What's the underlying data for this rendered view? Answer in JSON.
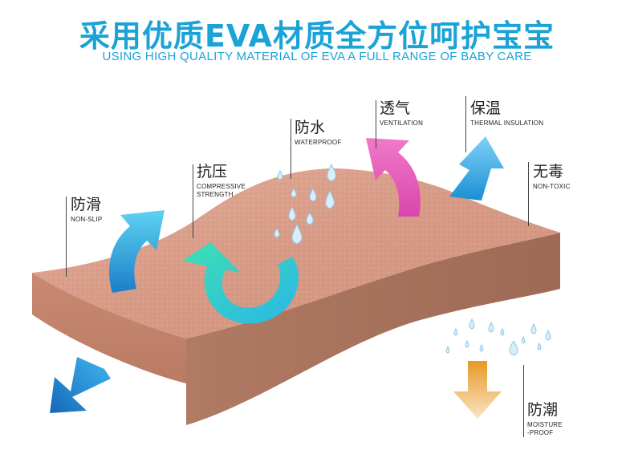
{
  "header": {
    "title_cn": "采用优质EVA材质全方位呵护宝宝",
    "title_en": "USING HIGH QUALITY MATERIAL OF EVA A FULL RANGE OF BABY CARE"
  },
  "features": [
    {
      "cn": "防滑",
      "en": "NON-SLIP"
    },
    {
      "cn": "抗压",
      "en_line1": "COMPRESSIVE",
      "en_line2": "STRENGTH"
    },
    {
      "cn": "防水",
      "en": "WATERPROOF"
    },
    {
      "cn": "透气",
      "en": "VENTILATION"
    },
    {
      "cn": "保温",
      "en": "THERMAL INSULATION"
    },
    {
      "cn": "无毒",
      "en": "NON-TOXIC"
    },
    {
      "cn": "防潮",
      "en_line1": "MOISTURE",
      "en_line2": "-PROOF"
    }
  ],
  "colors": {
    "title": "#1aa3d6",
    "mat_top": "#d89f8a",
    "mat_side": "#a9745f",
    "arrow_blue": "#2aa6e3",
    "arrow_cyan": "#3fc9e8",
    "arrow_teal": "#2fd0b8",
    "arrow_pink": "#e45cb5",
    "arrow_orange": "#f0a22a"
  }
}
